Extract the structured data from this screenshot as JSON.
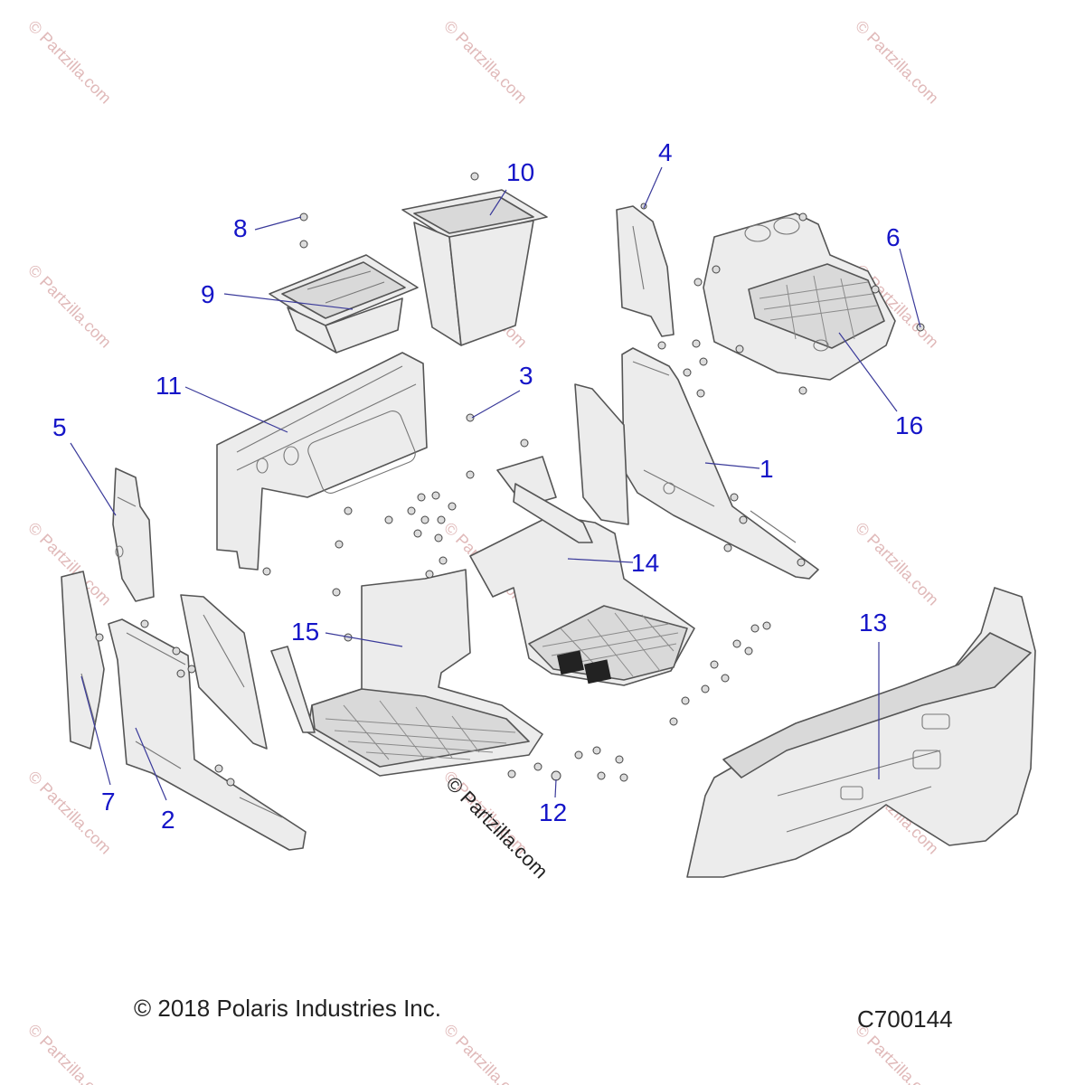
{
  "watermark": "© Partzilla.com",
  "center_watermark": "© Partzilla.com",
  "copyright": "© 2018 Polaris Industries Inc.",
  "figure_code": "C700144",
  "callouts": [
    "1",
    "2",
    "3",
    "4",
    "5",
    "6",
    "7",
    "8",
    "9",
    "10",
    "11",
    "12",
    "13",
    "14",
    "15",
    "16"
  ],
  "colors": {
    "callout": "#1515c8",
    "part_fill": "#ececec",
    "outline": "#555555",
    "watermark": "#e0b9b9"
  }
}
